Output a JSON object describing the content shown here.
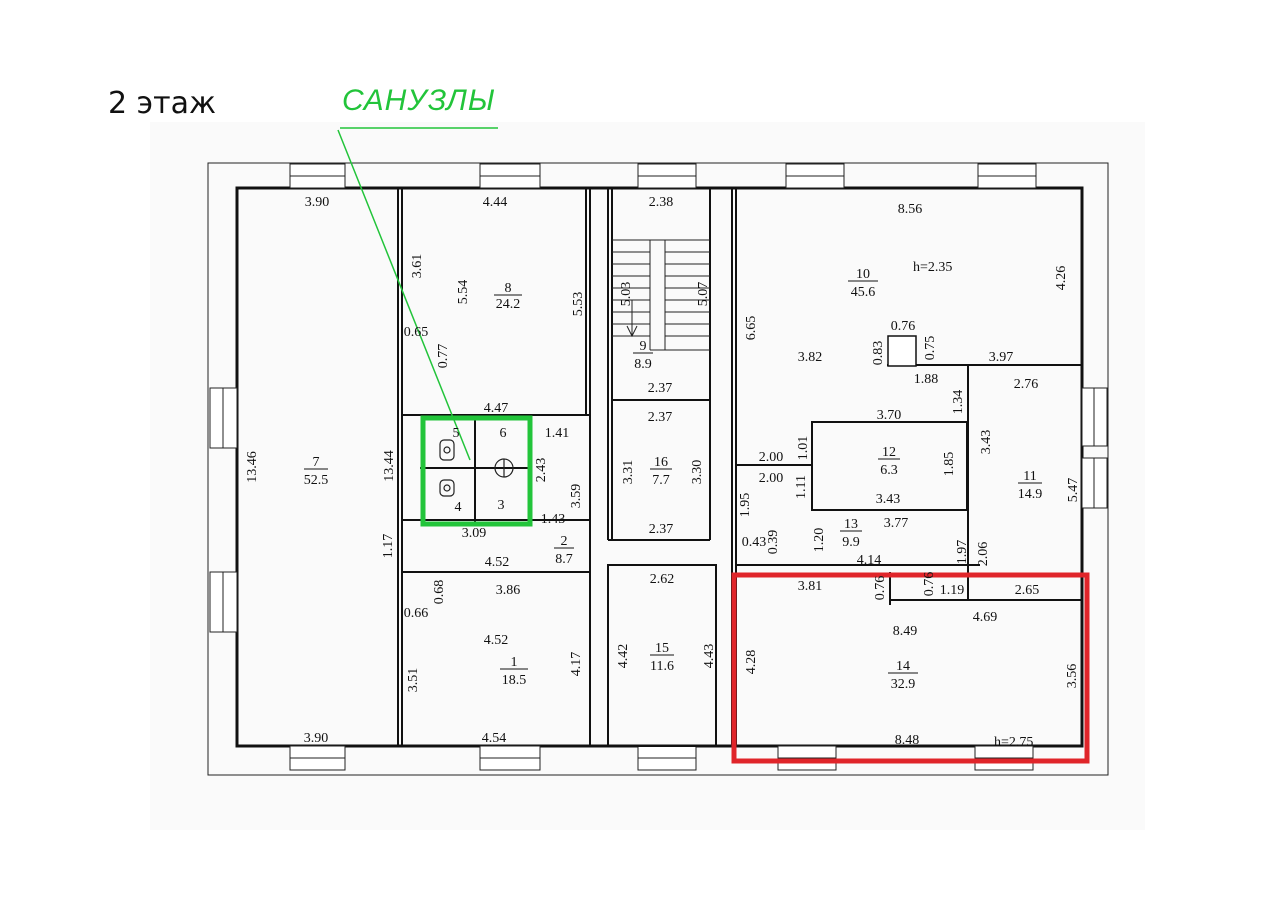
{
  "title": "2 этаж",
  "annotation": {
    "label": "САНУЗЛЫ",
    "color": "#22c43a"
  },
  "highlight": {
    "color": "#e0252a"
  },
  "rooms": [
    {
      "no": "7",
      "area": "52.5"
    },
    {
      "no": "8",
      "area": "24.2"
    },
    {
      "no": "9",
      "area": "8.9"
    },
    {
      "no": "16",
      "area": "7.7"
    },
    {
      "no": "2",
      "area": "8.7"
    },
    {
      "no": "1",
      "area": "18.5"
    },
    {
      "no": "15",
      "area": "11.6"
    },
    {
      "no": "10",
      "area": "45.6"
    },
    {
      "no": "12",
      "area": "6.3"
    },
    {
      "no": "11",
      "area": "14.9"
    },
    {
      "no": "13",
      "area": "9.9"
    },
    {
      "no": "14",
      "area": "32.9"
    }
  ],
  "small_rooms": [
    "5",
    "6",
    "4",
    "3"
  ],
  "heights": [
    "h=2.35",
    "h=2.75"
  ],
  "dimensions": [
    "3.90",
    "4.44",
    "2.38",
    "8.56",
    "13.46",
    "3.61",
    "5.54",
    "5.53",
    "0.65",
    "0.77",
    "4.47",
    "5.03",
    "5.07",
    "6.65",
    "3.82",
    "0.76",
    "0.83",
    "0.75",
    "3.97",
    "1.88",
    "4.26",
    "2.37",
    "2.37",
    "2.76",
    "1.34",
    "3.70",
    "1.41",
    "13.44",
    "2.43",
    "3.59",
    "3.31",
    "3.30",
    "2.00",
    "1.01",
    "2.00",
    "1.11",
    "1.85",
    "3.43",
    "3.43",
    "1.43",
    "1.95",
    "3.09",
    "1.17",
    "2.37",
    "3.77",
    "1.20",
    "5.47",
    "0.43",
    "0.39",
    "4.52",
    "4.14",
    "1.97",
    "2.06",
    "2.62",
    "3.86",
    "0.68",
    "0.66",
    "3.81",
    "0.76",
    "0.76",
    "1.19",
    "2.65",
    "4.69",
    "4.52",
    "8.49",
    "4.42",
    "4.43",
    "4.28",
    "3.56",
    "3.51",
    "4.17",
    "3.90",
    "4.54",
    "8.48"
  ]
}
